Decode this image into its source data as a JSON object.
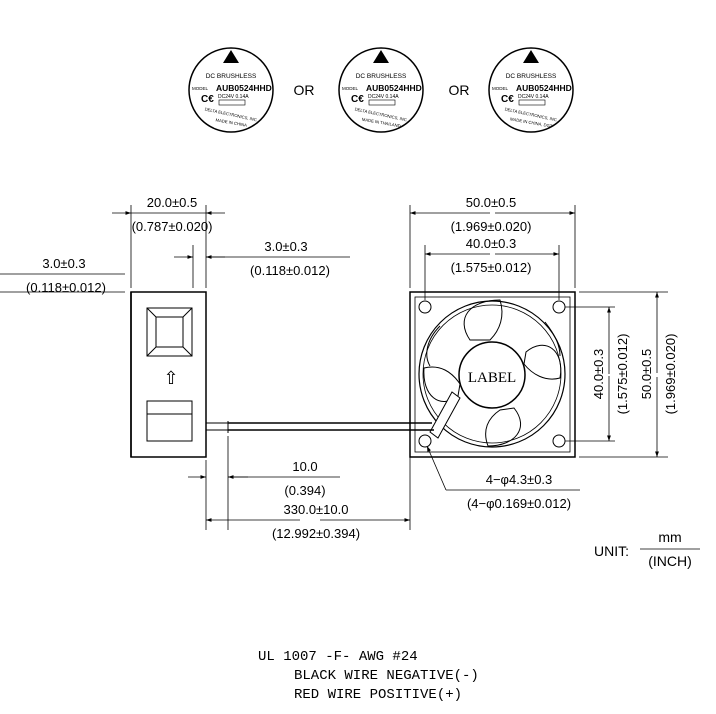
{
  "labels": {
    "brand": "DC BRUSHLESS",
    "model_prefix": "MODEL",
    "model": "AUB0524HHD",
    "rating": "DC24V  0.14A",
    "maker": "DELTA ELECTRONICS, INC.",
    "origin_china": "MADE IN CHINA",
    "origin_thailand": "MADE IN THAILAND",
    "origin_china_alt": "MADE IN CHINA, DGT",
    "or": "OR"
  },
  "dimensions": {
    "thickness_mm": "20.0±0.5",
    "thickness_in": "(0.787±0.020)",
    "flange_top_mm": "3.0±0.3",
    "flange_top_in": "(0.118±0.012)",
    "flange_left_mm": "3.0±0.3",
    "flange_left_in": "(0.118±0.012)",
    "width_mm": "50.0±0.5",
    "width_in": "(1.969±0.020)",
    "hole_pitch_mm": "40.0±0.3",
    "hole_pitch_in": "(1.575±0.012)",
    "hole_pitch_v_mm": "40.0±0.3",
    "hole_pitch_v_in": "(1.575±0.012)",
    "height_mm": "50.0±0.5",
    "height_in": "(1.969±0.020)",
    "strip_mm": "10.0",
    "strip_in": "(0.394)",
    "lead_mm": "330.0±10.0",
    "lead_in": "(12.992±0.394)",
    "holes_mm": "4−φ4.3±0.3",
    "holes_in": "(4−φ0.169±0.012)"
  },
  "fan_label": "LABEL",
  "airflow_arrow": "⇧",
  "unit": {
    "label": "UNIT:",
    "top": "mm",
    "bottom": "(INCH)"
  },
  "notes": {
    "wire_spec": "UL 1007 -F- AWG #24",
    "black_wire": "BLACK WIRE NEGATIVE(-)",
    "red_wire": "RED WIRE POSITIVE(+)"
  }
}
